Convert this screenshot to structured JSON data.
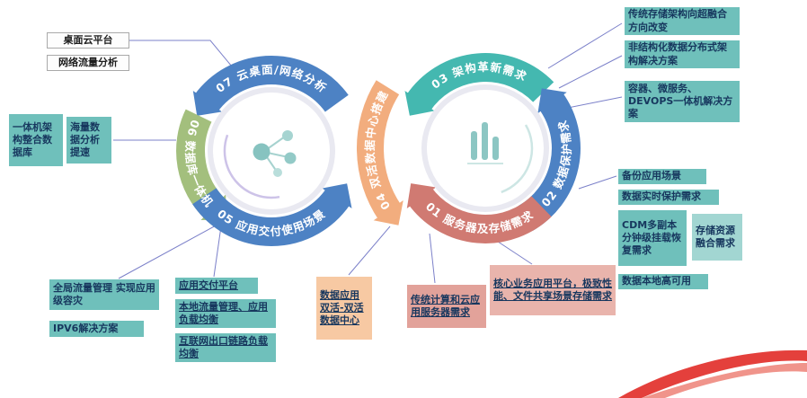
{
  "segments": {
    "s07": {
      "label": "07 云桌面/网络分析",
      "color": "#4d82c4"
    },
    "s06": {
      "label": "06 数据库一体机",
      "color": "#a3bf7d"
    },
    "s05": {
      "label": "05 应用交付使用场景",
      "color": "#4d82c4"
    },
    "s04": {
      "label": "04 双活数据中心搭建",
      "color": "#f2ad7e"
    },
    "s03": {
      "label": "03 架构革新需求",
      "color": "#44b8b0"
    },
    "s02": {
      "label": "02 数据保护需求",
      "color": "#4d82c4"
    },
    "s01": {
      "label": "01 服务器及存储需求",
      "color": "#d07a72"
    }
  },
  "callouts": {
    "left_top": {
      "desktop_cloud": "桌面云平台",
      "network_traffic": "网络流量分析"
    },
    "left": {
      "appliance_arch": "一体机架构整合数据库",
      "massive_data": "海量数据分析提速"
    },
    "bottom_left": {
      "global_traffic": "全局流量管理 实现应用级容灾",
      "ipv6": "IPV6解决方案",
      "app_delivery": "应用交付平台",
      "local_traffic": "本地流量管理、应用负载均衡",
      "internet_link": "互联网出口链路负载均衡"
    },
    "bottom_center": {
      "active_active": "数据应用双活-双活数据中心",
      "traditional_compute": "传统计算和云应用服务器需求",
      "core_business": "核心业务应用平台，极致性能、文件共享场景存储需求"
    },
    "top_right": {
      "storage_hci": "传统存储架构向超融合方向改变",
      "unstructured": "非结构化数据分布式架构解决方案",
      "container_devops": "容器、微服务、DEVOPS一体机解决方案"
    },
    "right": {
      "backup": "备份应用场景",
      "realtime_protect": "数据实时保护需求",
      "cdm": "CDM多副本分钟级挂载恢复需求",
      "storage_fusion": "存储资源融合需求",
      "local_ha": "数据本地高可用"
    }
  },
  "icons": {
    "left_hub": "molecule-network-icon",
    "right_hub": "bar-chart-icon",
    "accent": "swoosh-arrow"
  },
  "colors": {
    "callout_teal": "#6fc0bb",
    "callout_teal_light": "#a2d6d2",
    "callout_orange": "#f7c9a3",
    "callout_salmon": "#e2a29a",
    "callout_salmon_light": "#e9b4ac",
    "connector": "#7b80c9",
    "swoosh_red": "#e4403c",
    "text_navy": "#17375e"
  }
}
